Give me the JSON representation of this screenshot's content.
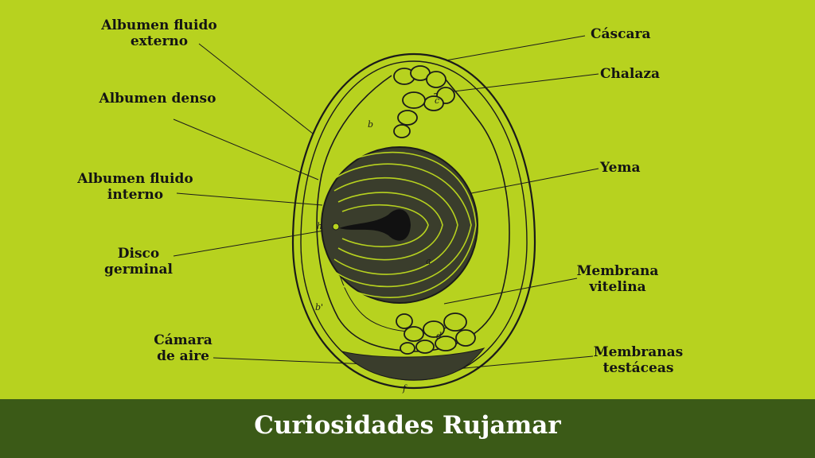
{
  "labels": {
    "albumen_fluido_externo": [
      "Albumen fluido",
      "externo"
    ],
    "albumen_denso": [
      "Albumen denso"
    ],
    "albumen_fluido_interno": [
      "Albumen fluido",
      "interno"
    ],
    "disco_germinal": [
      "Disco",
      "germinal"
    ],
    "camara_de_aire": [
      "Cámara",
      "de aire"
    ],
    "cascara": [
      "Cáscara"
    ],
    "chalaza": [
      "Chalaza"
    ],
    "yema": [
      "Yema"
    ],
    "membrana_vitelina": [
      "Membrana",
      "vitelina"
    ],
    "membranas_testaceas": [
      "Membranas",
      "testáceas"
    ]
  },
  "letters": {
    "b": "b",
    "b_prime": "b'",
    "c": "c",
    "d": "d",
    "a": "a",
    "h": "h",
    "f": "f"
  },
  "footer": {
    "title": "Curiosidades Rujamar"
  },
  "colors": {
    "background": "#b7d21f",
    "footer": "#3b5a17",
    "ink": "#141414",
    "yolk": "#3a3d2c",
    "yolk_rings": "#b7d21f"
  }
}
